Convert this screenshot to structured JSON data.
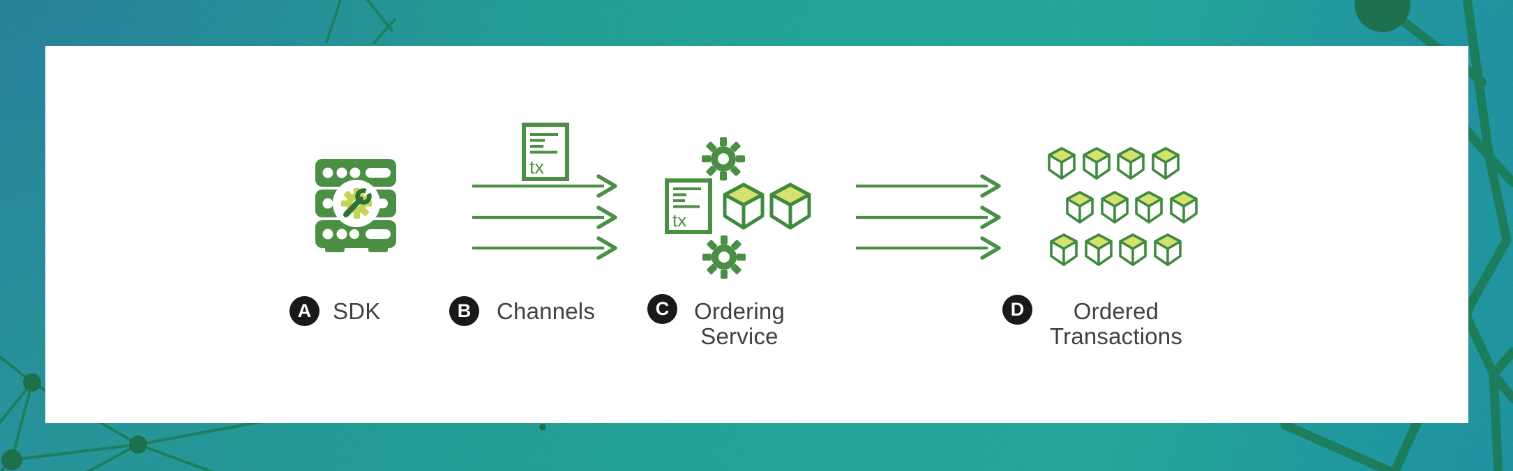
{
  "diagram": {
    "type": "flow",
    "description_visible_text_only": true,
    "steps": [
      {
        "badge": "A",
        "label": "SDK",
        "icon": "server-sdk-icon"
      },
      {
        "badge": "B",
        "label": "Channels",
        "icon": "tx-document-icon"
      },
      {
        "badge": "C",
        "label": "Ordering Service",
        "icons": [
          "gear-icon",
          "tx-document-icon",
          "block-cube-icon"
        ]
      },
      {
        "badge": "D",
        "label": "Ordered Transactions",
        "icon": "block-cube-grid"
      }
    ],
    "tx_label": "tx",
    "channel_arrows_count": 3,
    "output_arrows_count": 3,
    "ordered_transactions": {
      "grid": {
        "rows": 3,
        "cols": 4,
        "total_cubes": 12,
        "row_x_offsets": [
          0,
          26,
          3
        ],
        "row_y": [
          0,
          63,
          124
        ],
        "col_spacing": 49.7
      }
    },
    "icons": [
      "server-sdk-icon",
      "tx-document-icon",
      "gear-icon",
      "block-cube-icon",
      "arrow-right-icon",
      "network-nodes-background"
    ],
    "colors": {
      "icon_green": "#4a8f43",
      "icon_outline_green": "#3f8a40",
      "icon_dark_green": "#2f7036",
      "cube_top_yellow": "#d5e26d",
      "gear_yellow": "#c3d455",
      "badge_black": "#191919",
      "label_gray": "#414042",
      "panel_white": "#ffffff",
      "background_teal": "#15a294",
      "background_blue_teal": "#1f7e99",
      "network_line_green": "#1e7a55"
    }
  }
}
